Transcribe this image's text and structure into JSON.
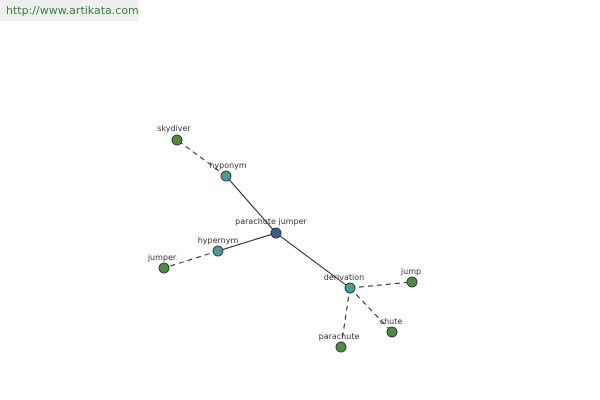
{
  "header": {
    "source_url": "http://www.artikata.com"
  },
  "colors": {
    "center_node": "#3d5a99",
    "relation_node": "#4a9a9a",
    "word_node": "#4f8a3f",
    "node_stroke": "#2a2a2a",
    "edge": "#222222",
    "link_text": "#2e8b2e",
    "label_text": "#333333"
  },
  "graph": {
    "center": {
      "id": "parachute-jumper",
      "label": "parachute jumper",
      "kind": "center"
    },
    "relations": [
      {
        "id": "hyponym",
        "label": "hyponym",
        "kind": "relation"
      },
      {
        "id": "hypernym",
        "label": "hypernym",
        "kind": "relation"
      },
      {
        "id": "derivation",
        "label": "derivation",
        "kind": "relation"
      }
    ],
    "words": [
      {
        "id": "skydiver",
        "label": "skydiver",
        "kind": "word",
        "relation": "hyponym"
      },
      {
        "id": "jumper",
        "label": "jumper",
        "kind": "word",
        "relation": "hypernym"
      },
      {
        "id": "jump",
        "label": "jump",
        "kind": "word",
        "relation": "derivation"
      },
      {
        "id": "chute",
        "label": "chute",
        "kind": "word",
        "relation": "derivation"
      },
      {
        "id": "parachute",
        "label": "parachute",
        "kind": "word",
        "relation": "derivation"
      }
    ],
    "edges": [
      {
        "from": "parachute-jumper",
        "to": "hyponym",
        "style": "solid"
      },
      {
        "from": "parachute-jumper",
        "to": "hypernym",
        "style": "solid"
      },
      {
        "from": "parachute-jumper",
        "to": "derivation",
        "style": "solid"
      },
      {
        "from": "hyponym",
        "to": "skydiver",
        "style": "dashed"
      },
      {
        "from": "hypernym",
        "to": "jumper",
        "style": "dashed"
      },
      {
        "from": "derivation",
        "to": "jump",
        "style": "dashed"
      },
      {
        "from": "derivation",
        "to": "chute",
        "style": "dashed"
      },
      {
        "from": "derivation",
        "to": "parachute",
        "style": "dashed"
      }
    ]
  }
}
